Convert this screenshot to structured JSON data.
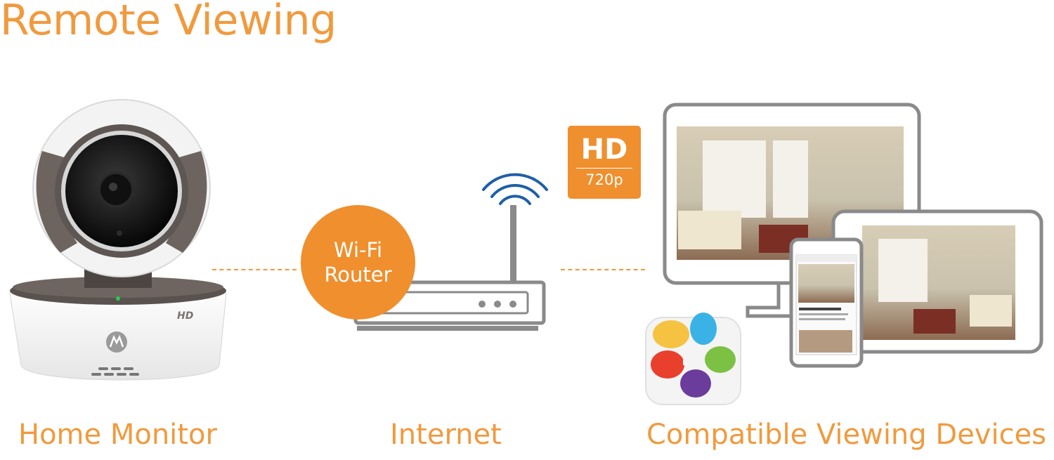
{
  "title": "Remote Viewing",
  "labels": {
    "home": "Home Monitor",
    "internet": "Internet",
    "devices": "Compatible Viewing Devices"
  },
  "router_bubble": {
    "line1": "Wi-Fi",
    "line2": "Router"
  },
  "hd_badge": {
    "main": "HD",
    "sub": "720p"
  },
  "camera_badge": "HD",
  "colors": {
    "accent": "#f09a3e",
    "bubble": "#f08f2d",
    "wifi": "#1e5fa8",
    "router": "#8a8a8a"
  },
  "icons": [
    "camera-icon",
    "router-icon",
    "wifi-icon",
    "monitor-icon",
    "tablet-icon",
    "phone-icon",
    "app-icon"
  ]
}
